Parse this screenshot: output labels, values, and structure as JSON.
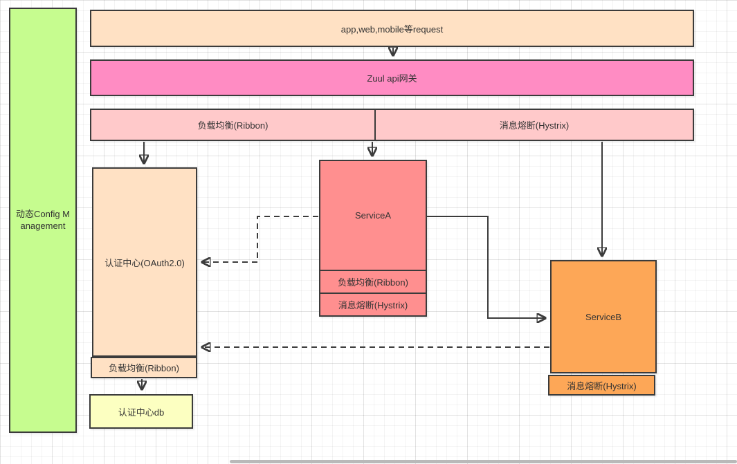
{
  "colors": {
    "green": "#c6fc8f",
    "peach": "#ffe1c4",
    "hotpink": "#ff8cc3",
    "lightpink": "#ffc9ca",
    "red": "#ff8f8f",
    "orange": "#fda757",
    "yellow": "#fcffc1",
    "stroke": "#3b3b3b"
  },
  "nodes": {
    "config_management": {
      "label": "动态Config Management"
    },
    "request_entry": {
      "label": "app,web,mobile等request"
    },
    "api_gateway": {
      "label": "Zuul api网关"
    },
    "load_balancer_bar": {
      "label": "负载均衡(Ribbon)"
    },
    "circuit_breaker_bar": {
      "label": "消息熔断(Hystrix)"
    },
    "auth_center": {
      "label": "认证中心(OAuth2.0)",
      "sub_label": "负载均衡(Ribbon)"
    },
    "auth_db": {
      "label": "认证中心db"
    },
    "service_a": {
      "label": "ServiceA",
      "row_ribbon": "负载均衡(Ribbon)",
      "row_hystrix": "消息熔断(Hystrix)"
    },
    "service_b": {
      "label": "ServiceB",
      "sub_label": "消息熔断(Hystrix)"
    }
  }
}
